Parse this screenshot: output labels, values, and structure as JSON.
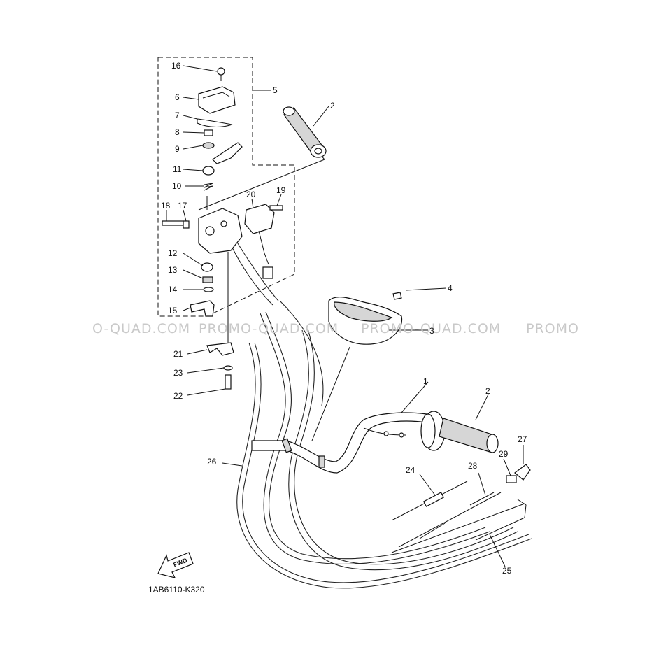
{
  "watermark": {
    "segments": [
      "O-QUAD.COM",
      "PROMO-QUAD.COM",
      "PROMO-QUAD.COM",
      "PROMO"
    ]
  },
  "part_code": "1AB6110-K320",
  "fwd_label": "FWD",
  "callouts": {
    "n1": "1",
    "n2a": "2",
    "n2b": "2",
    "n3": "3",
    "n4": "4",
    "n5": "5",
    "n6": "6",
    "n7": "7",
    "n8": "8",
    "n9": "9",
    "n10": "10",
    "n11": "11",
    "n12": "12",
    "n13": "13",
    "n14": "14",
    "n15": "15",
    "n16": "16",
    "n17": "17",
    "n18": "18",
    "n19": "19",
    "n20": "20",
    "n21": "21",
    "n22": "22",
    "n23": "23",
    "n24": "24",
    "n25": "25",
    "n26": "26",
    "n27": "27",
    "n28": "28",
    "n29": "29"
  }
}
